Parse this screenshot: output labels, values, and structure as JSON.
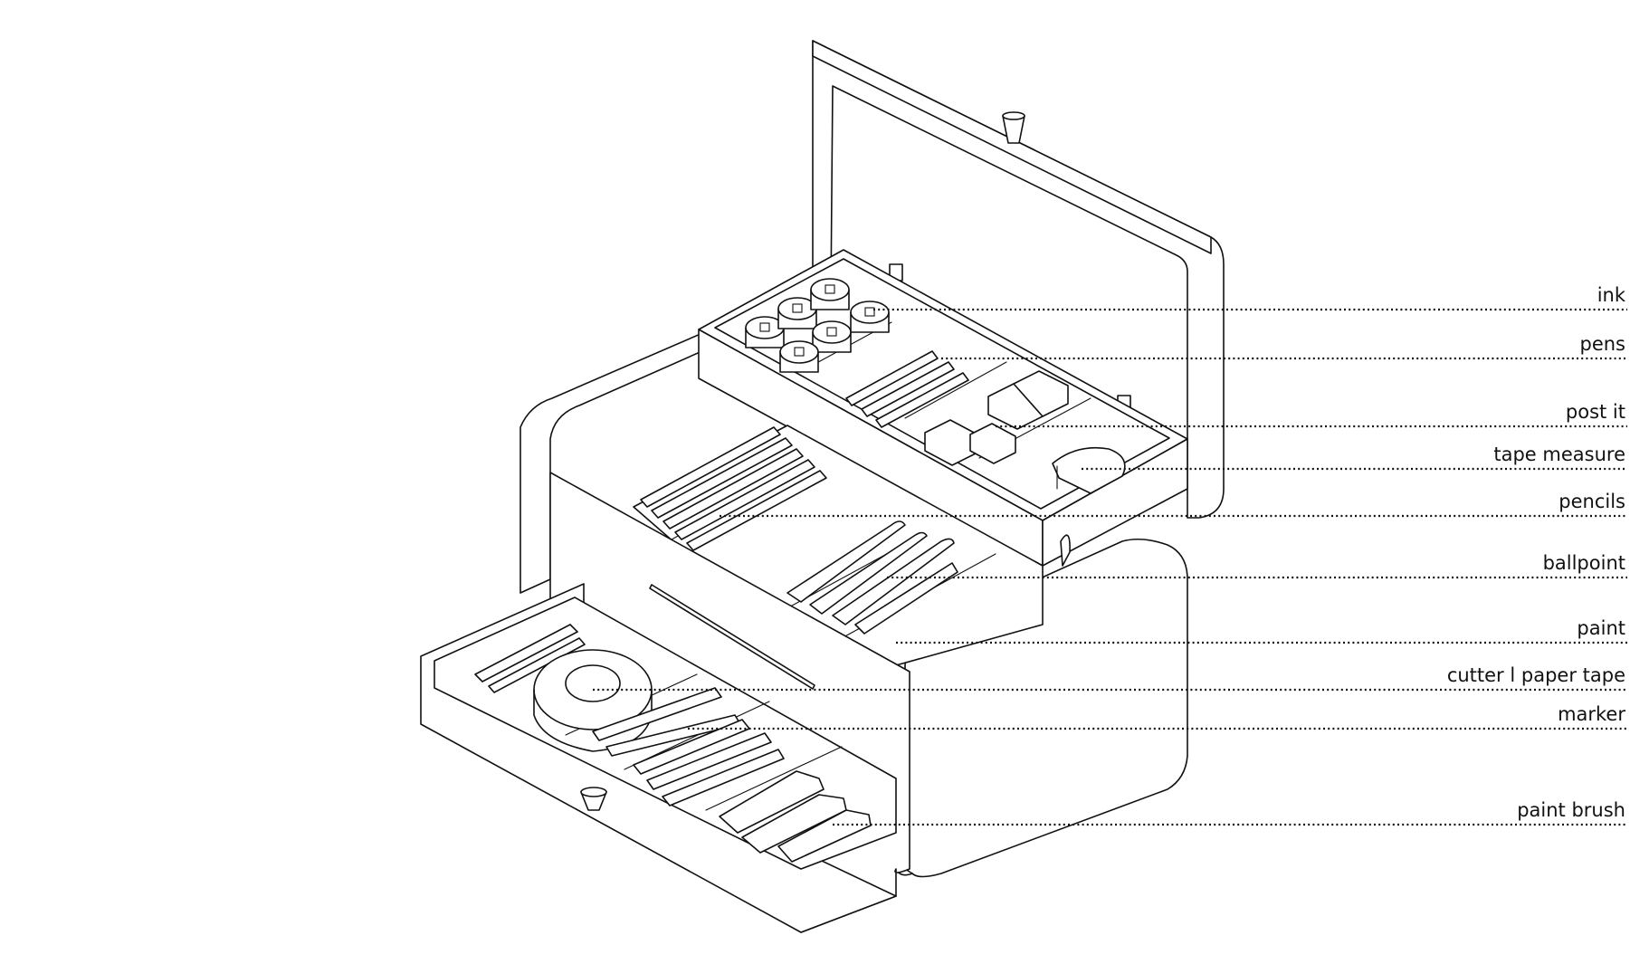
{
  "labels": [
    {
      "id": "ink",
      "text": "ink"
    },
    {
      "id": "pens",
      "text": "pens"
    },
    {
      "id": "post-it",
      "text": "post it"
    },
    {
      "id": "tape-measure",
      "text": "tape measure"
    },
    {
      "id": "pencils",
      "text": "pencils"
    },
    {
      "id": "ballpoint",
      "text": "ballpoint"
    },
    {
      "id": "paint",
      "text": "paint"
    },
    {
      "id": "cutter-paper-tape",
      "text": "cutter l paper tape"
    },
    {
      "id": "marker",
      "text": "marker"
    },
    {
      "id": "paint-brush",
      "text": "paint brush"
    }
  ]
}
